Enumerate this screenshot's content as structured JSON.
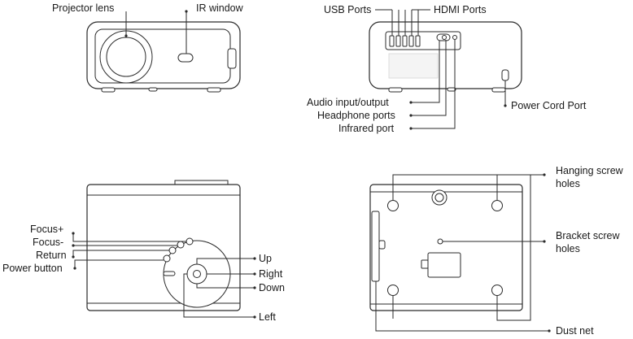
{
  "front_view": {
    "projector_lens": "Projector lens",
    "ir_window": "IR window"
  },
  "rear_view": {
    "usb_ports": "USB Ports",
    "hdmi_ports": "HDMI Ports",
    "audio_io": "Audio input/output",
    "headphone_ports": "Headphone ports",
    "infrared_port": "Infrared port",
    "power_cord_port": "Power Cord Port"
  },
  "side_view": {
    "focus_plus": "Focus+",
    "focus_minus": "Focus-",
    "return": "Return",
    "power_button": "Power button",
    "up": "Up",
    "right": "Right",
    "down": "Down",
    "left": "Left"
  },
  "bottom_view": {
    "hanging_screw_holes_line1": "Hanging screw",
    "hanging_screw_holes_line2": "holes",
    "bracket_screw_holes_line1": "Bracket screw",
    "bracket_screw_holes_line2": "holes",
    "dust_net": "Dust net"
  }
}
